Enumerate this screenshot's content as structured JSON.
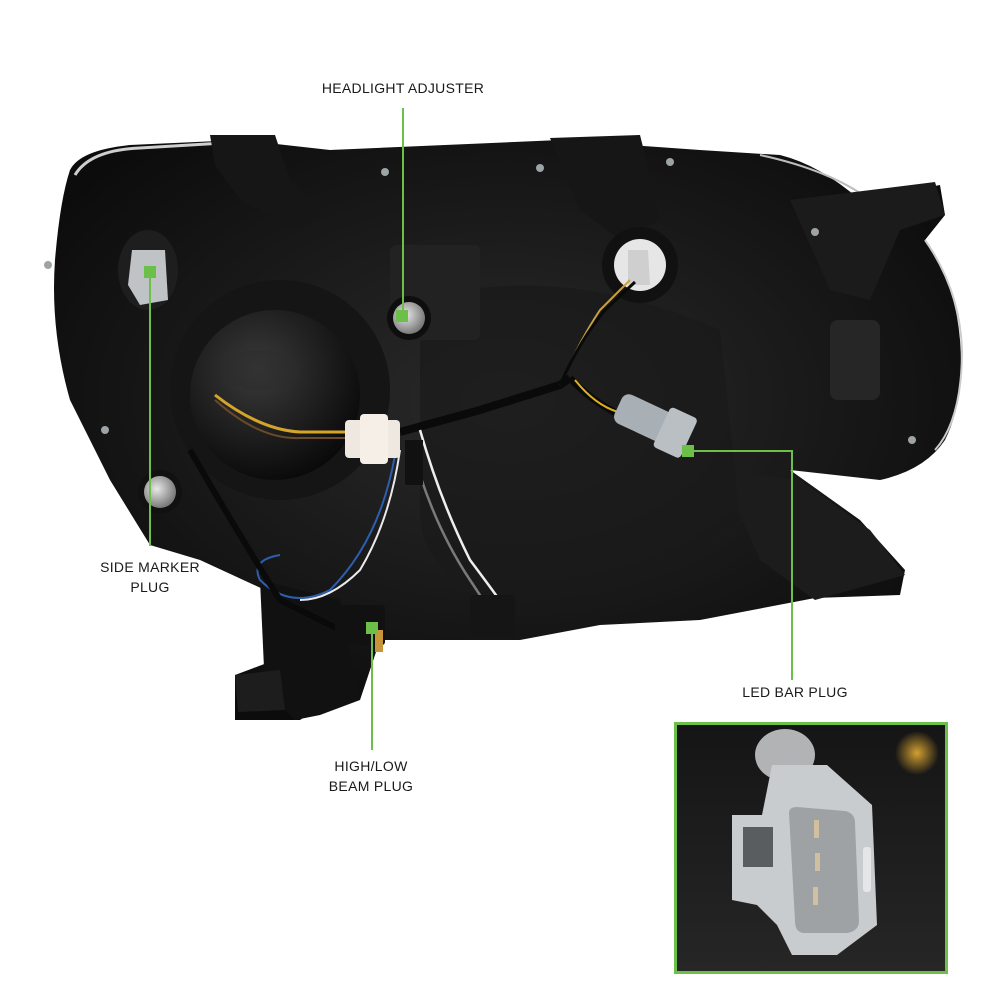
{
  "image": {
    "subject": "Rear view of headlight assembly with wiring callouts",
    "accent_color": "#6cc04a",
    "background_color": "#ffffff"
  },
  "callouts": [
    {
      "id": "headlight-adjuster",
      "label": "HEADLIGHT ADJUSTER"
    },
    {
      "id": "side-marker-plug",
      "label": "SIDE MARKER\nPLUG"
    },
    {
      "id": "high-low-beam-plug",
      "label": "HIGH/LOW\nBEAM PLUG"
    },
    {
      "id": "led-bar-plug",
      "label": "LED BAR PLUG"
    }
  ],
  "inset": {
    "subject": "Close-up of LED bar plug connector",
    "border_color": "#6cc04a"
  }
}
